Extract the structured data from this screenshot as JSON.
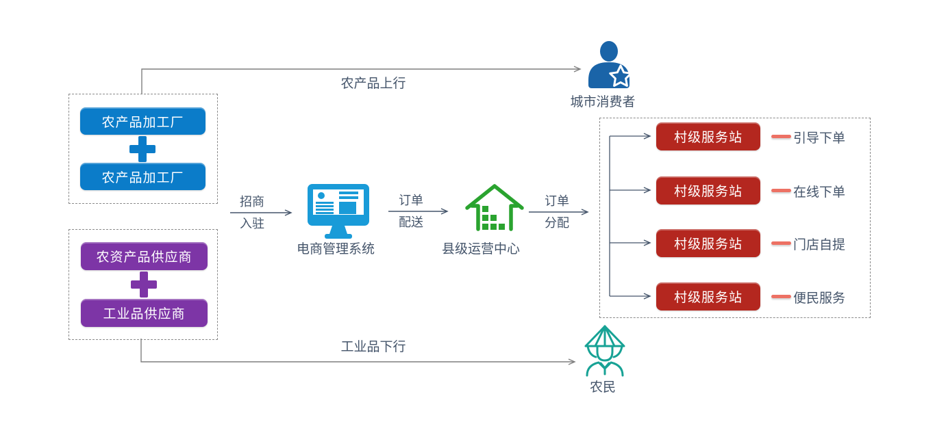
{
  "left_top_group": {
    "box1": "农产品加工厂",
    "box2": "农产品加工厂"
  },
  "left_bottom_group": {
    "box1": "农资产品供应商",
    "box2": "工业品供应商"
  },
  "center_nodes": {
    "ecommerce_label": "电商管理系统",
    "county_label": "县级运营中心"
  },
  "flow_labels": {
    "top_channel": "农产品上行",
    "bottom_channel": "工业品下行",
    "recruit_line1": "招商",
    "recruit_line2": "入驻",
    "delivery_line1": "订单",
    "delivery_line2": "配送",
    "dispatch_line1": "订单",
    "dispatch_line2": "分配"
  },
  "endpoints": {
    "consumer": "城市消费者",
    "farmer": "农民"
  },
  "stations": [
    {
      "name": "村级服务站",
      "service": "引导下单"
    },
    {
      "name": "村级服务站",
      "service": "在线下单"
    },
    {
      "name": "村级服务站",
      "service": "门店自提"
    },
    {
      "name": "村级服务站",
      "service": "便民服务"
    }
  ],
  "colors": {
    "factory_blue": "#0b7cc9",
    "supplier_purple": "#7d35a6",
    "station_red": "#b4271f",
    "monitor_blue": "#199bd8",
    "consumer_blue": "#1a64a8",
    "farmer_teal": "#17a295",
    "house_green": "#2aa32f",
    "dash_salmon": "#ed7164",
    "label_dark": "#44546a",
    "line_gray": "#7f7f7f"
  }
}
